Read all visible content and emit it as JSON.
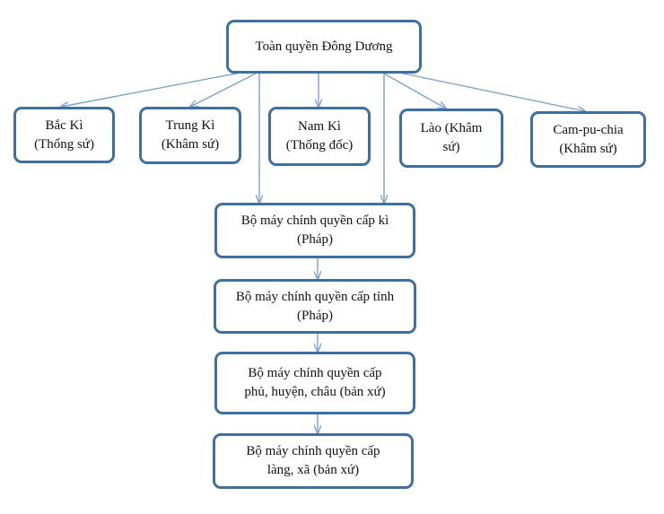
{
  "diagram": {
    "top": {
      "lines": [
        "Toàn quyền Đông Dương"
      ]
    },
    "regions": [
      {
        "key": "bac-ki",
        "lines": [
          "Bắc Kì",
          "(Thống sứ)"
        ]
      },
      {
        "key": "trung-ki",
        "lines": [
          "Trung Kì",
          "(Khâm sứ)"
        ]
      },
      {
        "key": "nam-ki",
        "lines": [
          "Nam Kì",
          "(Thống đốc)"
        ]
      },
      {
        "key": "lao",
        "lines": [
          "Lào (Khâm",
          "sứ)"
        ]
      },
      {
        "key": "cam-pu-chia",
        "lines": [
          "Cam-pu-chia",
          "(Khâm sứ)"
        ]
      }
    ],
    "levels": [
      {
        "key": "cap-ki",
        "lines": [
          "Bộ máy chính quyền cấp kì",
          "(Pháp)"
        ]
      },
      {
        "key": "cap-tinh",
        "lines": [
          "Bộ máy chính quyền cấp tỉnh",
          "(Pháp)"
        ]
      },
      {
        "key": "cap-phu",
        "lines": [
          "Bộ máy chính quyền cấp",
          "phủ, huyện, châu (bản xứ)"
        ]
      },
      {
        "key": "cap-lang",
        "lines": [
          "Bộ máy chính quyền cấp",
          "làng, xã (bản xứ)"
        ]
      }
    ],
    "colors": {
      "box_border": "#3e6f9f",
      "arrow": "#7ba3d0",
      "text": "#111111"
    }
  }
}
